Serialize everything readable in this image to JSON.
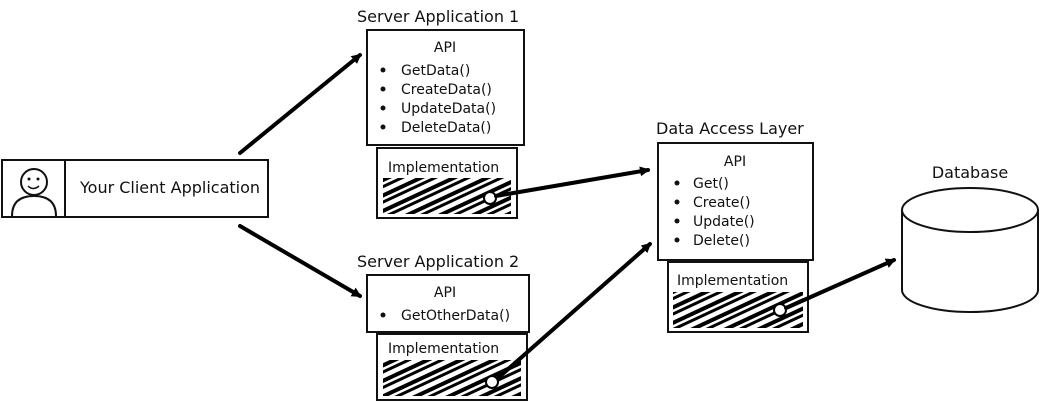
{
  "client": {
    "label": "Your Client Application"
  },
  "server1": {
    "title": "Server Application 1",
    "api_title": "API",
    "methods": [
      "GetData()",
      "CreateData()",
      "UpdateData()",
      "DeleteData()"
    ],
    "impl_label": "Implementation"
  },
  "server2": {
    "title": "Server Application 2",
    "api_title": "API",
    "methods": [
      "GetOtherData()"
    ],
    "impl_label": "Implementation"
  },
  "dal": {
    "title": "Data Access Layer",
    "api_title": "API",
    "methods": [
      "Get()",
      "Create()",
      "Update()",
      "Delete()"
    ],
    "impl_label": "Implementation"
  },
  "database": {
    "label": "Database"
  }
}
